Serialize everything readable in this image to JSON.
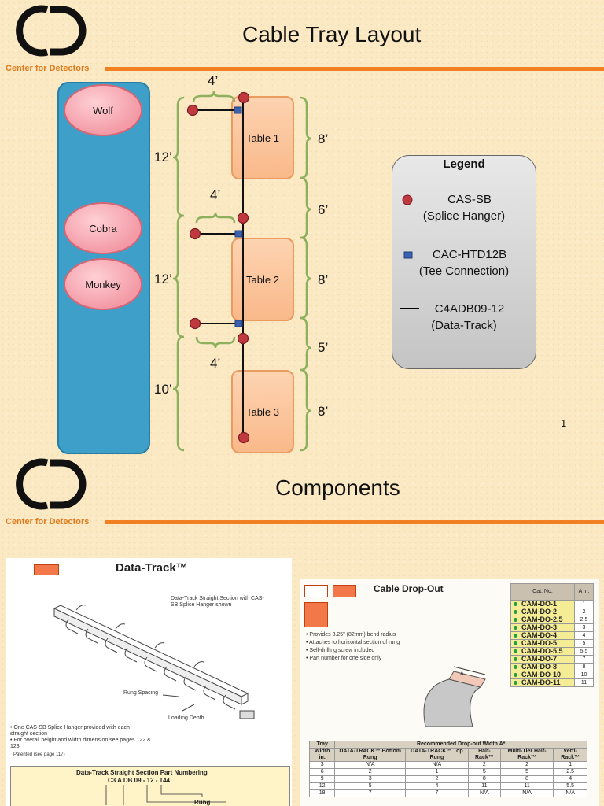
{
  "slide1": {
    "logo_text": "Center for Detectors",
    "title": "Cable Tray Layout",
    "rooms": [
      "Wolf",
      "Cobra",
      "Monkey"
    ],
    "tables": [
      "Table 1",
      "Table 2",
      "Table 3"
    ],
    "left_dims": [
      "12’",
      "12’",
      "10’"
    ],
    "right_dims": [
      "8’",
      "6’",
      "8’",
      "5’",
      "8’"
    ],
    "branch_dims": [
      "4’",
      "4’",
      "4’"
    ],
    "legend": {
      "title": "Legend",
      "items": [
        {
          "line1": "CAS-SB",
          "line2": "(Splice Hanger)",
          "symbol": "red-circle",
          "color": "#c0393f"
        },
        {
          "line1": "CAC-HTD12B",
          "line2": "(Tee Connection)",
          "symbol": "blue-square",
          "color": "#3a62b0"
        },
        {
          "line1": "C4ADB09-12",
          "line2": "(Data-Track)",
          "symbol": "black-line",
          "color": "#000000"
        }
      ]
    },
    "page_number": "1"
  },
  "slide2": {
    "logo_text": "Center for Detectors",
    "title": "Components",
    "data_track": {
      "title": "Data-Track™",
      "caption": "Data-Track Straight Section with CAS-SB Splice Hanger shown",
      "label_rung_spacing": "Rung Spacing",
      "label_loading_depth": "Loading Depth",
      "bullets": [
        "One CAS-SB Splice Hanger provided with each straight section",
        "For overall height and width dimension see pages 122 & 123"
      ],
      "patented": "Patented (see page 117)",
      "part_numbering_title": "Data-Track Straight Section Part Numbering",
      "part_number_example": "C3 A DB 09 - 12 - 144",
      "part_label_rung": "Rung"
    },
    "cable_dropout": {
      "title": "Cable Drop-Out",
      "bullets": [
        "Provides 3.25\" (82mm) bend radius",
        "Attaches to horizontal section of rung",
        "Self-drilling screw included",
        "Part number for one side only"
      ],
      "dim_label": "A",
      "catalog_headers": [
        "Cat. No.",
        "A in."
      ],
      "catalog": [
        [
          "CAM-DO-1",
          "1"
        ],
        [
          "CAM-DO-2",
          "2"
        ],
        [
          "CAM-DO-2.5",
          "2.5"
        ],
        [
          "CAM-DO-3",
          "3"
        ],
        [
          "CAM-DO-4",
          "4"
        ],
        [
          "CAM-DO-5",
          "5"
        ],
        [
          "CAM-DO-5.5",
          "5.5"
        ],
        [
          "CAM-DO-7",
          "7"
        ],
        [
          "CAM-DO-8",
          "8"
        ],
        [
          "CAM-DO-10",
          "10"
        ],
        [
          "CAM-DO-11",
          "11"
        ]
      ],
      "rec_title": "Recommended Drop-out Width A*",
      "rec_col1": "Tray",
      "rec_headers": [
        "Width in.",
        "DATA-TRACK™ Bottom Rung",
        "DATA-TRACK™ Top Rung",
        "Half-Rack™",
        "Multi-Tier Half-Rack™",
        "Verti-Rack™"
      ],
      "rec_rows": [
        [
          "3",
          "N/A",
          "N/A",
          "2",
          "2",
          "1"
        ],
        [
          "6",
          "2",
          "1",
          "5",
          "5",
          "2.5"
        ],
        [
          "9",
          "3",
          "2",
          "8",
          "8",
          "4"
        ],
        [
          "12",
          "5",
          "4",
          "11",
          "11",
          "5.5"
        ],
        [
          "18",
          "7",
          "7",
          "N/A",
          "N/A",
          "N/A"
        ]
      ]
    }
  }
}
